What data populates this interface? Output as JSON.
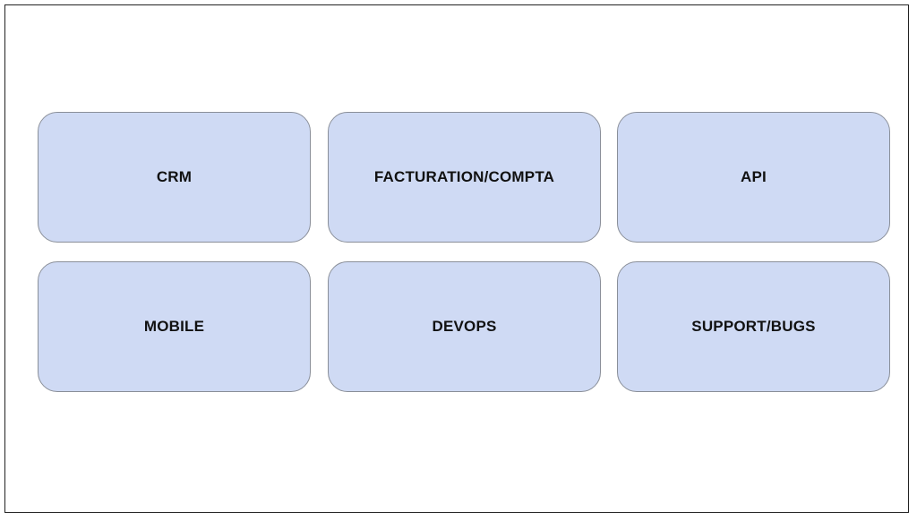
{
  "colors": {
    "box_fill": "#cfdaf4",
    "box_border": "#8a8f99",
    "frame_border": "#222222",
    "label_text": "#111111"
  },
  "boxes": [
    {
      "label": "CRM"
    },
    {
      "label": "FACTURATION/COMPTA"
    },
    {
      "label": "API"
    },
    {
      "label": "MOBILE"
    },
    {
      "label": "DEVOPS"
    },
    {
      "label": "SUPPORT/BUGS"
    }
  ]
}
